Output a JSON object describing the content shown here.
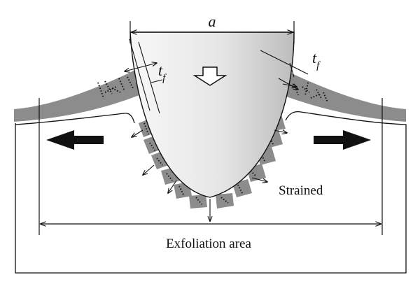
{
  "labels": {
    "indenter_width": "a",
    "film_thickness_left_main": "t",
    "film_thickness_left_sub": "f",
    "film_thickness_right_main": "t",
    "film_thickness_right_sub": "f",
    "strained": "Strained",
    "exfoliation_area": "Exfoliation area"
  },
  "colors": {
    "film": "#8c8c8c",
    "indenter_light": "#f7f7f7",
    "indenter_dark": "#bdbdbd",
    "line": "#111111",
    "arrow": "#111111"
  },
  "icons": {
    "load_arrow": "hollow-down-arrow-icon",
    "spread_left": "left-arrow-icon",
    "spread_right": "right-arrow-icon"
  }
}
